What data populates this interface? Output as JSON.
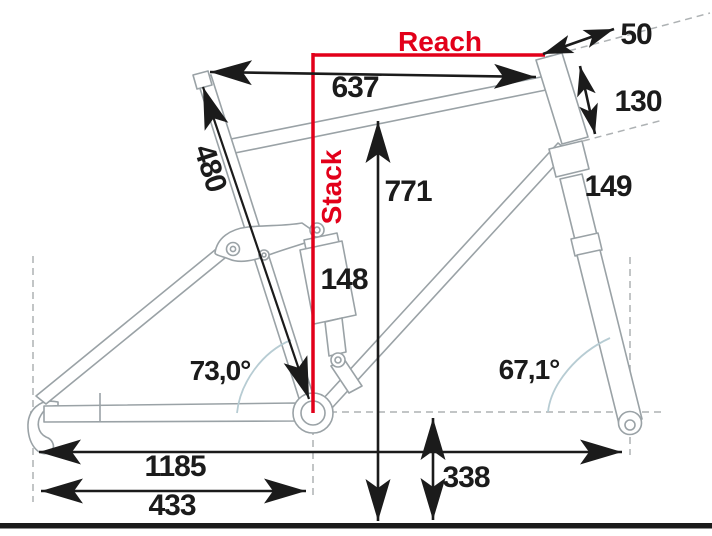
{
  "diagram_type": "full-suspension-bike-frame-geometry",
  "colors": {
    "accent_red": "#e2001a",
    "frame_gray": "#9aa2a6",
    "arc_blue": "#b7ccd3",
    "ink": "#1b1b1b"
  },
  "labels": {
    "reach": "Reach",
    "stack": "Stack"
  },
  "dimensions": {
    "top_tube": "637",
    "seat_tube": "480",
    "standover_height": "771",
    "spacer_stack": "50",
    "head_tube": "130",
    "fork_length": "149",
    "shock_length": "148",
    "seat_tube_angle": "73,0°",
    "head_tube_angle": "67,1°",
    "wheelbase": "1185",
    "chainstay": "433",
    "bb_height": "338"
  }
}
